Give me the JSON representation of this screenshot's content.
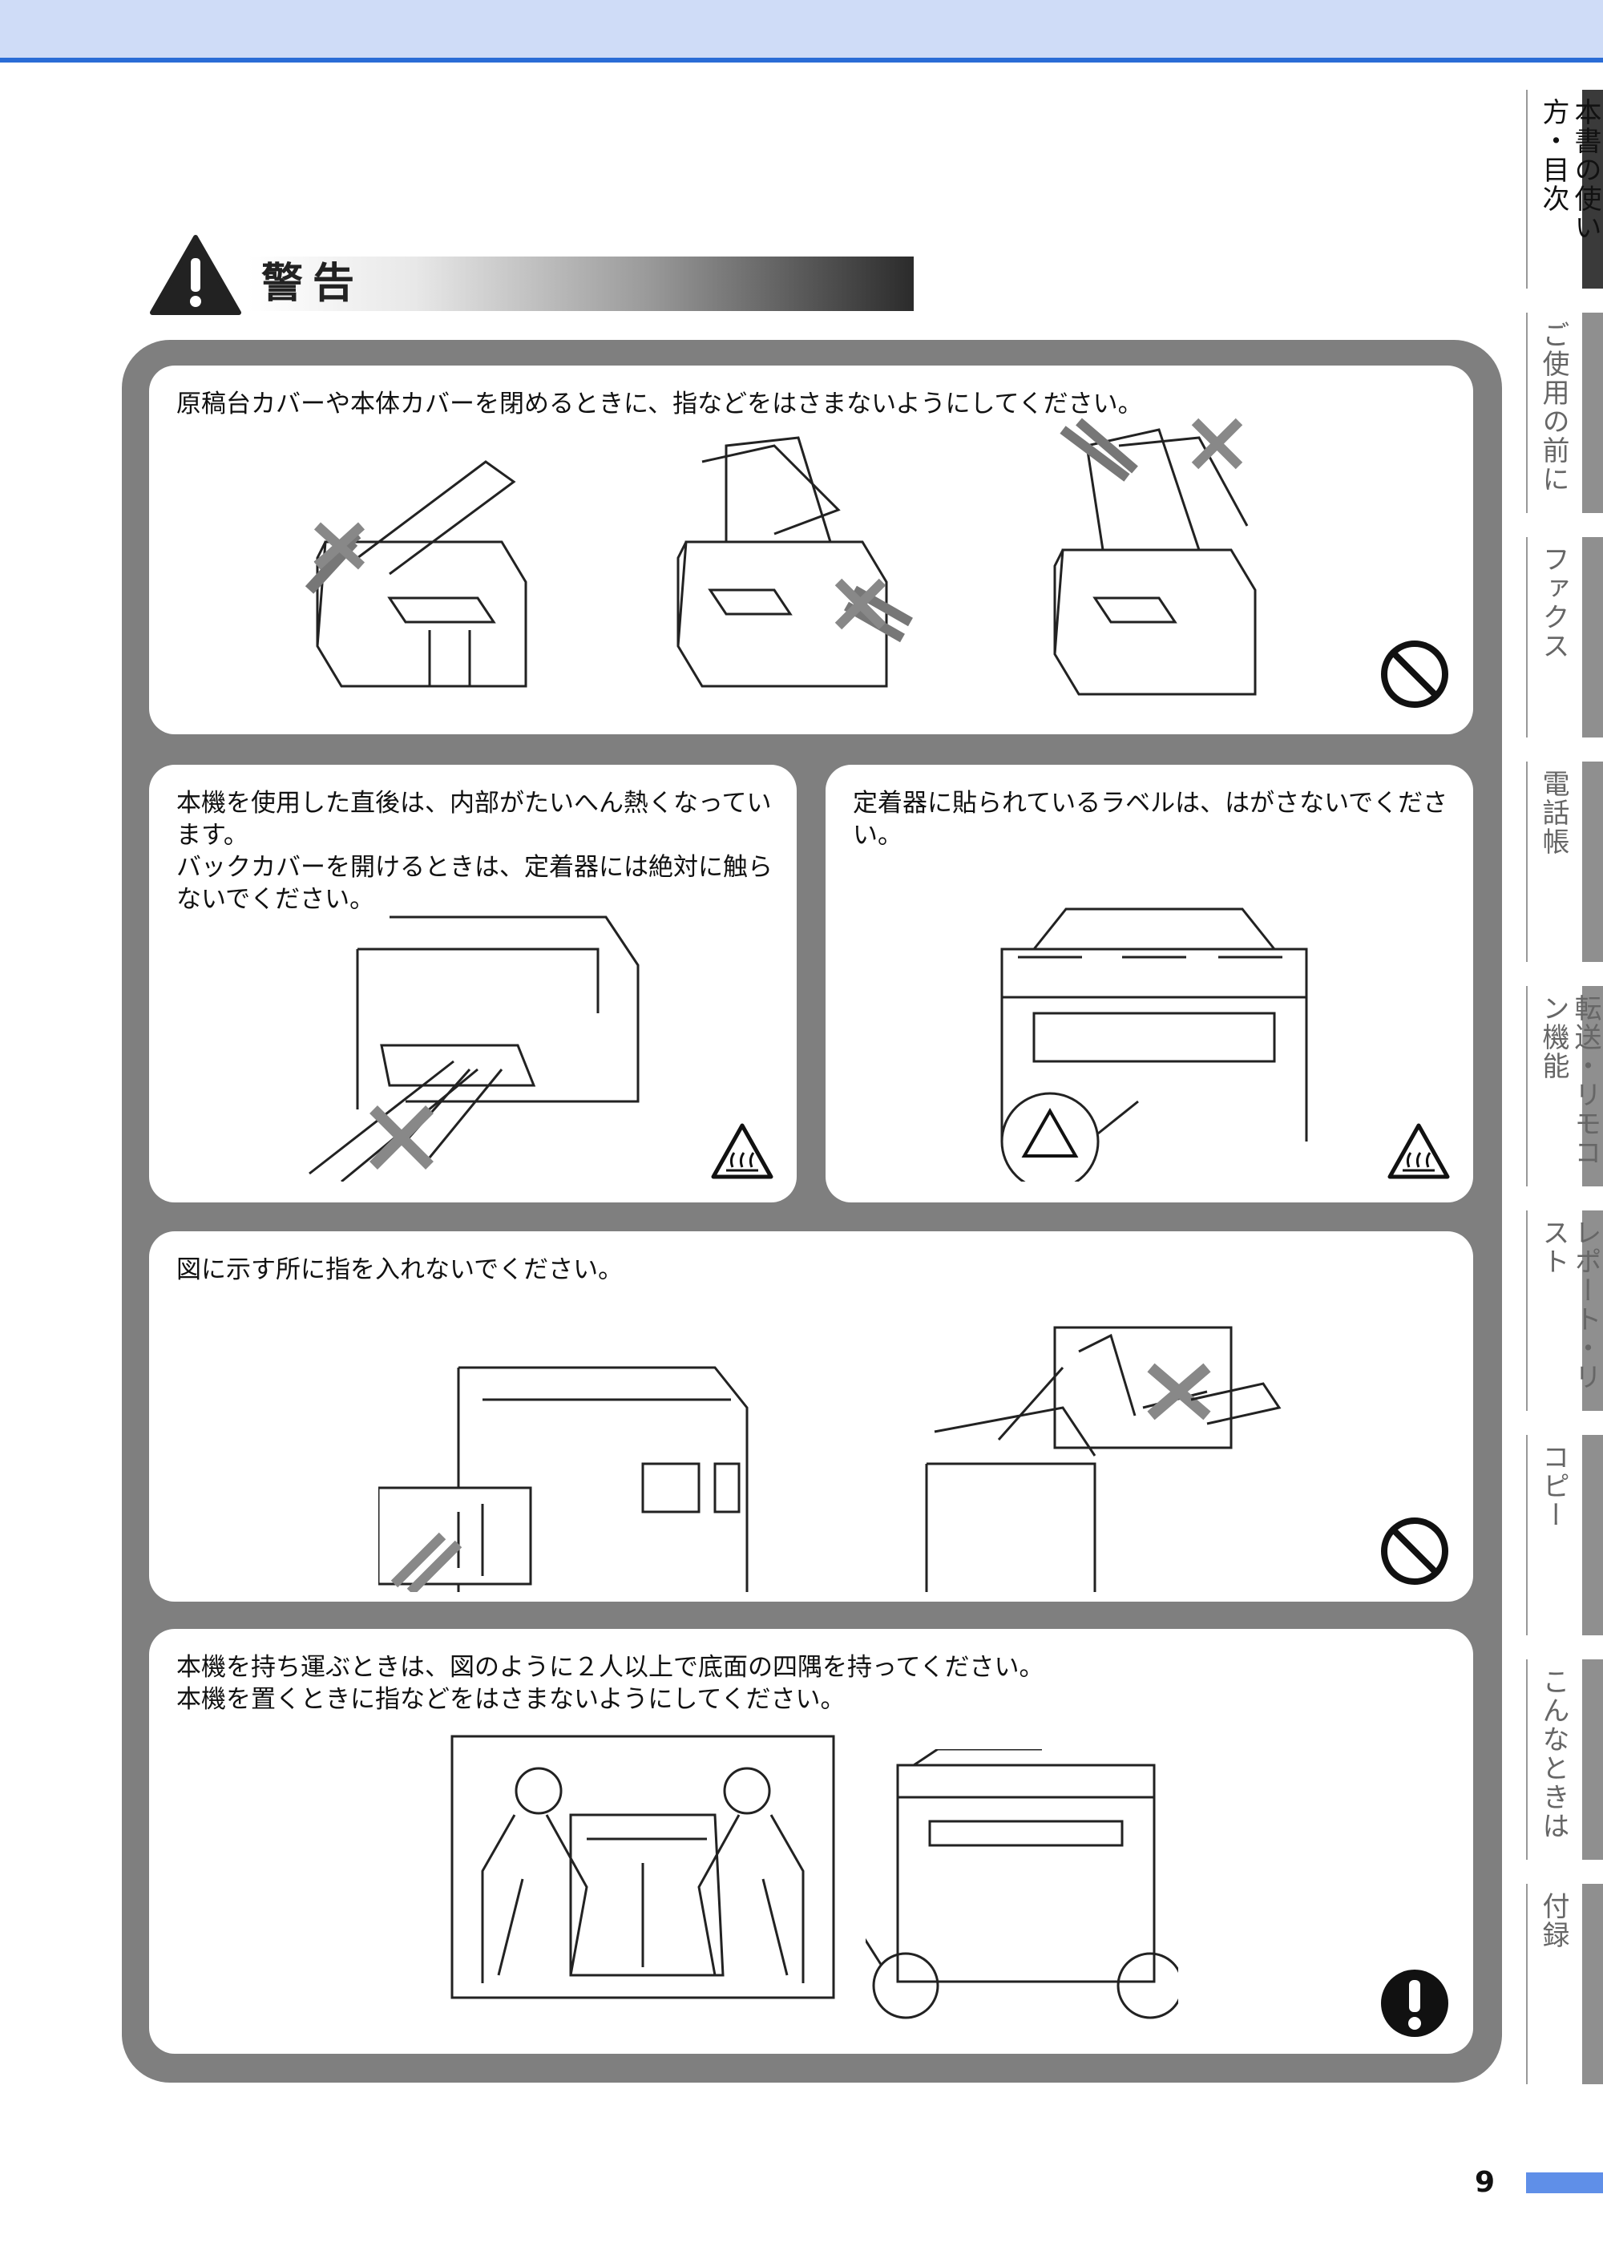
{
  "header": {
    "title": "警告"
  },
  "panels": [
    {
      "id": "cover-closing",
      "lines": [
        "原稿台カバーや本体カバーを閉めるときに、指などをはさまないようにしてください。"
      ],
      "symbol": "prohibition-icon"
    },
    {
      "id": "hot-interior",
      "lines": [
        "本機を使用した直後は、内部がたいへん熱くなってい",
        "ます。",
        "バックカバーを開けるときは、定着器には絶対に触ら",
        "ないでください。"
      ],
      "symbol": "hot-surface-icon"
    },
    {
      "id": "fuser-label",
      "lines": [
        "定着器に貼られているラベルは、はがさないでくださ",
        "い。"
      ],
      "symbol": "hot-surface-icon"
    },
    {
      "id": "finger-areas",
      "lines": [
        "図に示す所に指を入れないでください。"
      ],
      "symbol": "prohibition-icon"
    },
    {
      "id": "carrying",
      "lines": [
        "本機を持ち運ぶときは、図のように２人以上で底面の四隅を持ってください。",
        "本機を置くときに指などをはさまないようにしてください。"
      ],
      "symbol": "mandatory-icon"
    }
  ],
  "tabs": [
    {
      "label": "本書の使い方・目次",
      "active": true
    },
    {
      "label": "ご使用の前に",
      "active": false
    },
    {
      "label": "ファクス",
      "active": false
    },
    {
      "label": "電話帳",
      "active": false
    },
    {
      "label": "転送・リモコン機能",
      "active": false
    },
    {
      "label": "レポート・リスト",
      "active": false
    },
    {
      "label": "コピー",
      "active": false
    },
    {
      "label": "こんなときは",
      "active": false
    },
    {
      "label": "付録",
      "active": false
    }
  ],
  "page_number": "9",
  "colors": {
    "accent": "#2a6cd6",
    "frame": "#7f7f7f",
    "top_band": "#cfdcf7"
  }
}
